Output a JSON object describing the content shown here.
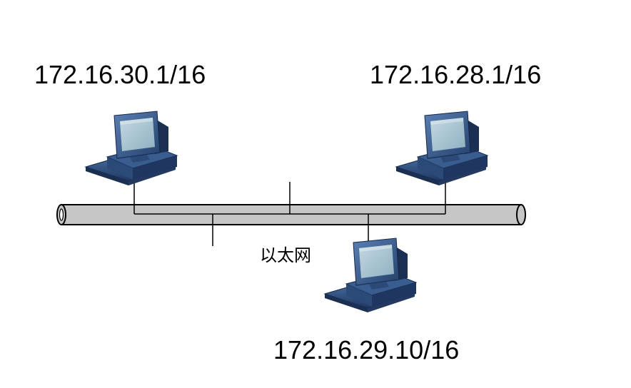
{
  "hosts": [
    {
      "ip": "172.16.30.1/16"
    },
    {
      "ip": "172.16.28.1/16"
    },
    {
      "ip": "172.16.29.10/16"
    }
  ],
  "network": {
    "label": "以太网"
  },
  "colors": {
    "monitor_body": "#2f4e7c",
    "monitor_dark": "#1b2f52",
    "monitor_light": "#4f74a8",
    "screen": "#a7c2cf",
    "bus_fill": "#c6c6c6",
    "line": "#000000"
  }
}
